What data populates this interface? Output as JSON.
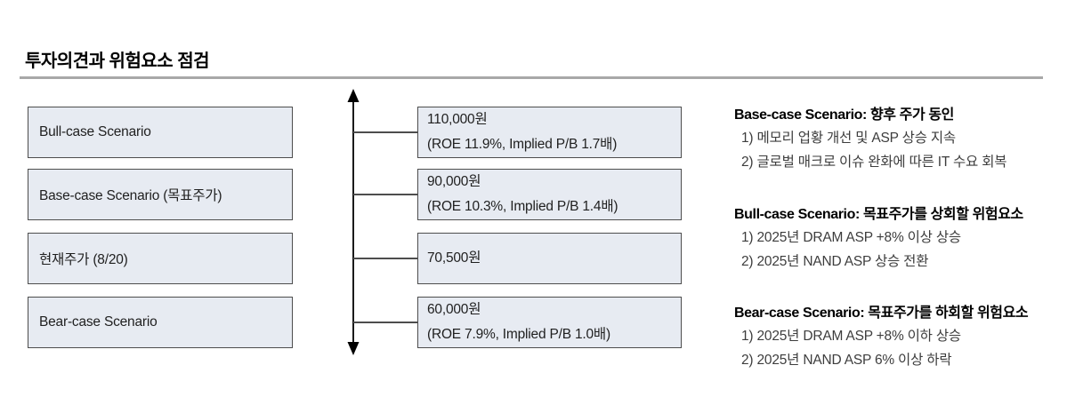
{
  "page": {
    "title": "투자의견과 위험요소 점검"
  },
  "ladder": {
    "left_boxes": [
      {
        "label": "Bull-case Scenario"
      },
      {
        "label": "Base-case Scenario (목표주가)"
      },
      {
        "label": "현재주가 (8/20)"
      },
      {
        "label": "Bear-case Scenario"
      }
    ],
    "price_boxes": [
      {
        "price": "110,000원",
        "detail": "(ROE 11.9%, Implied P/B 1.7배)"
      },
      {
        "price": "90,000원",
        "detail": "(ROE 10.3%, Implied P/B 1.4배)"
      },
      {
        "price": "70,500원",
        "detail": ""
      },
      {
        "price": "60,000원",
        "detail": "(ROE 7.9%, Implied P/B 1.0배)"
      }
    ]
  },
  "notes": [
    {
      "heading": "Base-case Scenario: 향후 주가 동인",
      "items": [
        "1) 메모리 업황 개선 및 ASP 상승 지속",
        "2) 글로벌 매크로 이슈 완화에 따른 IT 수요 회복"
      ]
    },
    {
      "heading": "Bull-case Scenario: 목표주가를 상회할 위험요소",
      "items": [
        "1) 2025년 DRAM ASP +8% 이상 상승",
        "2) 2025년 NAND ASP 상승 전환"
      ]
    },
    {
      "heading": "Bear-case Scenario: 목표주가를 하회할 위험요소",
      "items": [
        "1) 2025년 DRAM ASP +8% 이하 상승",
        "2) 2025년 NAND ASP 6% 이상 하락"
      ]
    }
  ],
  "icons": {
    "price_axis_arrow": "double-headed-vertical-arrow"
  },
  "colors": {
    "box_fill": "#e7ebf2",
    "box_border": "#4d4d4d",
    "divider": "#a8a8a8",
    "arrow": "#000000",
    "heading_text": "#000000",
    "body_text": "#1f1f1f"
  }
}
